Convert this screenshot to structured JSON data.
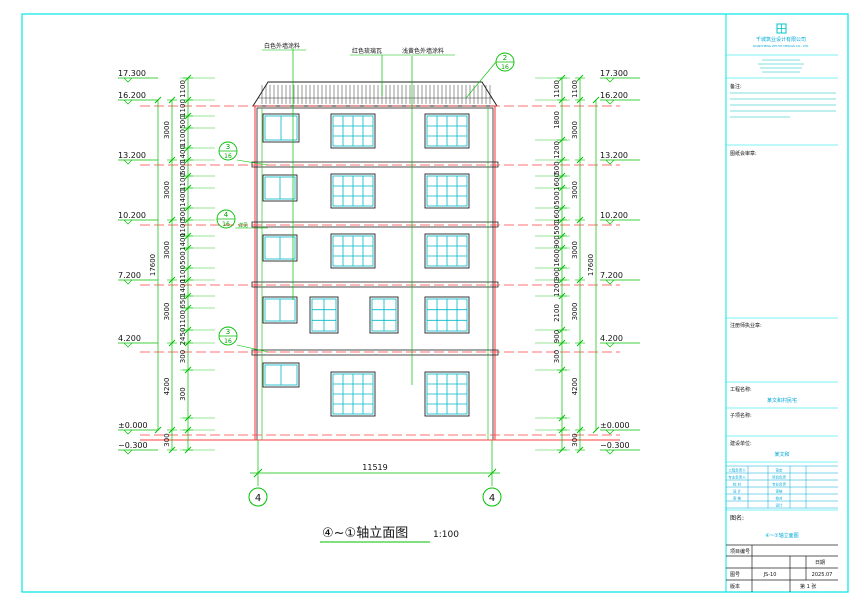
{
  "title": "④~①轴立面图",
  "scale": "1:100",
  "left_elev": [
    "17.300",
    "16.200",
    "13.200",
    "10.200",
    "7.200",
    "4.200",
    "±0.000",
    "−0.300"
  ],
  "right_elev": [
    "17.300",
    "16.200",
    "13.200",
    "10.200",
    "7.200",
    "4.200",
    "±0.000",
    "−0.300"
  ],
  "left_dims_inner": [
    "1100",
    "1100",
    "500",
    "1100",
    "1400",
    "500",
    "1100",
    "1400",
    "500",
    "1100",
    "1400",
    "500",
    "1100",
    "1400",
    "650",
    "1100",
    "2450",
    "300",
    "300"
  ],
  "left_dims_mid": [
    "3000",
    "3000",
    "3000",
    "3000",
    "4200",
    "300"
  ],
  "left_total": "17600",
  "right_dims_inner": [
    "1100",
    "1800",
    "1200",
    "500",
    "1600",
    "500",
    "1600",
    "500",
    "900",
    "1600",
    "900",
    "1200",
    "2100",
    "900",
    "300"
  ],
  "right_dims_mid": [
    "1100",
    "3000",
    "3000",
    "3000",
    "3000",
    "4200",
    "300"
  ],
  "right_total": "17600",
  "bottom_dim": "11519",
  "axis_left": "4",
  "axis_right": "4",
  "top_labels": {
    "a": "白色外墙涂料",
    "b": "红色琉璃瓦",
    "c": "浅黄色外墙涂料"
  },
  "detail_refs": [
    {
      "num": "2",
      "sheet": "16"
    },
    {
      "num": "3",
      "sheet": "16"
    },
    {
      "num": "4",
      "sheet": "16"
    },
    {
      "num": "3",
      "sheet": "16"
    }
  ],
  "detail_note": "详见",
  "tb": {
    "company": "千城筑业设计有限公司",
    "company_en": "QIANCHENG ZHUYE DESIGN CO., LTD.",
    "notes_label": "备注:",
    "review_label": "图纸会审章:",
    "sign_label": "注册师执业章:",
    "project_label": "工程名称:",
    "project_name": "某文和村民宅",
    "sub_label": "子项名称:",
    "owner_label": "建设单位:",
    "owner_name": "某文和",
    "roles": [
      [
        "审定",
        "项目负责",
        "专业负责"
      ],
      [
        "审核",
        "校对",
        "设计"
      ],
      [
        "工程负责人",
        "专业负责人",
        "校 对",
        "设 计",
        "审 核"
      ]
    ],
    "drawing_label": "图名:",
    "drawing_name": "④~①轴立面图",
    "sheet_no_label": "项目编号",
    "sheet_label": "图号",
    "sheet_no": "JS-10",
    "date_label": "日期",
    "date": "2025.07",
    "version_label": "版本",
    "page_label": "第 1 张"
  }
}
